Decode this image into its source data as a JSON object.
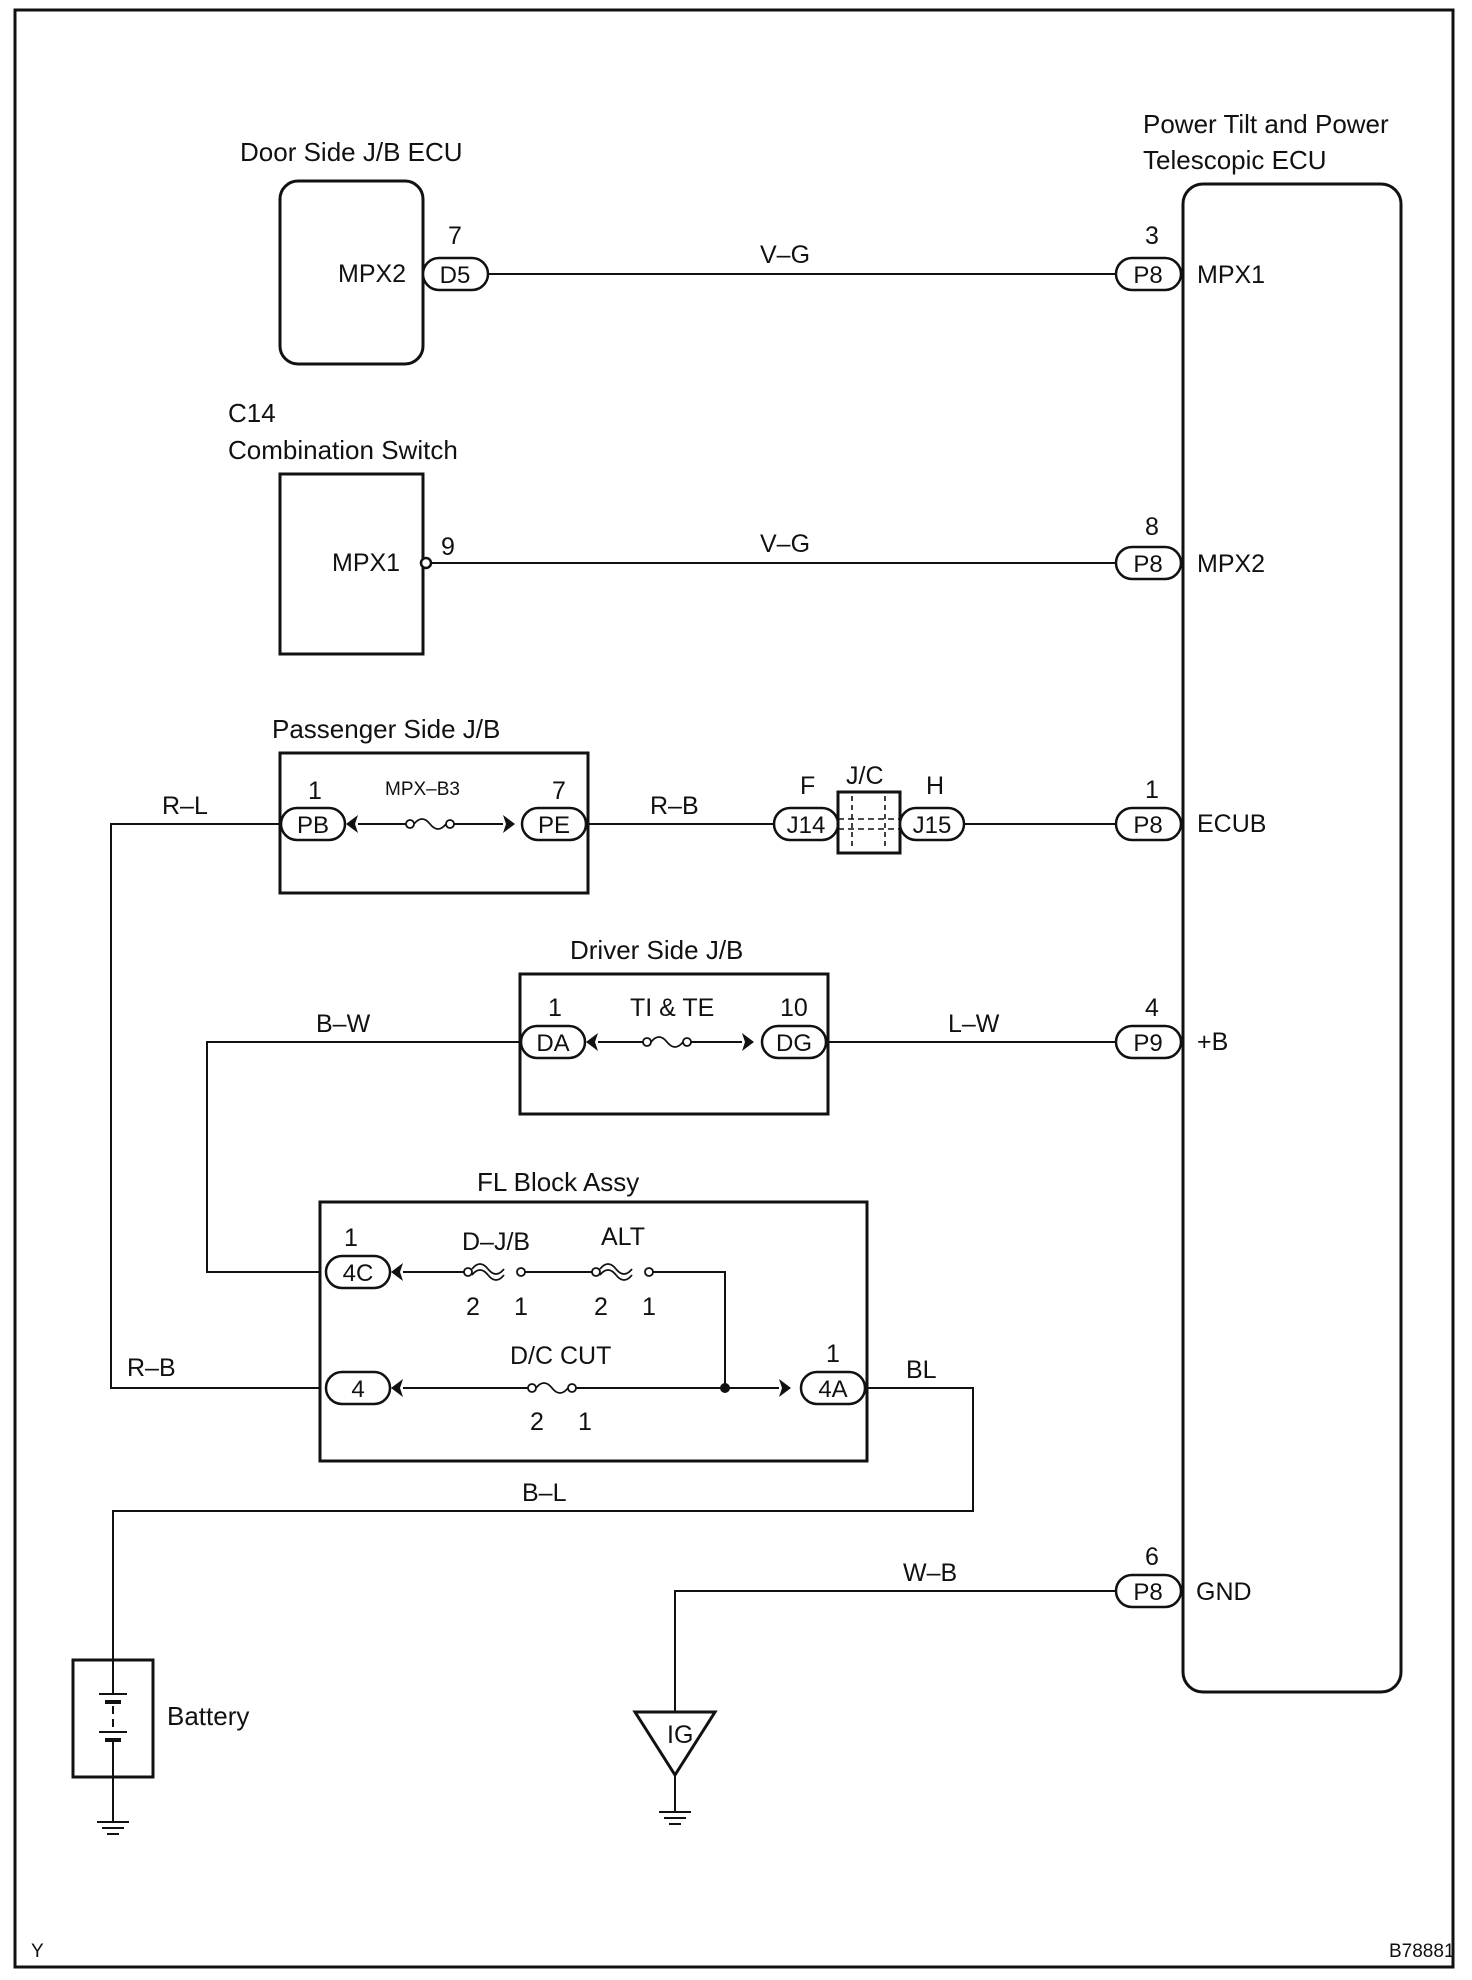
{
  "components": {
    "door_jb_ecu": {
      "name": "Door Side J/B ECU",
      "terminal": "MPX2",
      "pin": "7",
      "connector": "D5"
    },
    "combination_switch": {
      "code": "C14",
      "name": "Combination Switch",
      "terminal": "MPX1",
      "pin": "9"
    },
    "passenger_jb": {
      "name": "Passenger Side J/B",
      "fuse": "MPX–B3",
      "left_pin": "1",
      "left_connector": "PB",
      "right_pin": "7",
      "right_connector": "PE"
    },
    "jc": {
      "name": "J/C",
      "left_pin": "F",
      "left_connector": "J14",
      "right_pin": "H",
      "right_connector": "J15"
    },
    "driver_jb": {
      "name": "Driver Side J/B",
      "fuse": "TI & TE",
      "left_pin": "1",
      "left_connector": "DA",
      "right_pin": "10",
      "right_connector": "DG"
    },
    "fl_block": {
      "name": "FL Block Assy",
      "fuse_djb": "D–J/B",
      "fuse_djb_pins": [
        "2",
        "1"
      ],
      "fuse_alt": "ALT",
      "fuse_alt_pins": [
        "2",
        "1"
      ],
      "fuse_dc": "D/C CUT",
      "fuse_dc_pins": [
        "2",
        "1"
      ],
      "conn_4c_pin": "1",
      "conn_4c": "4C",
      "conn_4": "4",
      "conn_4a_pin": "1",
      "conn_4a": "4A"
    },
    "ecu": {
      "name_line1": "Power Tilt and Power",
      "name_line2": "Telescopic ECU",
      "terminals": [
        {
          "pin": "3",
          "connector": "P8",
          "name": "MPX1"
        },
        {
          "pin": "8",
          "connector": "P8",
          "name": "MPX2"
        },
        {
          "pin": "1",
          "connector": "P8",
          "name": "ECUB"
        },
        {
          "pin": "4",
          "connector": "P9",
          "name": "+B"
        },
        {
          "pin": "6",
          "connector": "P8",
          "name": "GND"
        }
      ]
    },
    "battery": {
      "name": "Battery"
    },
    "ground": {
      "label": "IG"
    }
  },
  "wires": {
    "vg_top": "V–G",
    "vg_mid": "V–G",
    "rl": "R–L",
    "rb_top": "R–B",
    "bw": "B–W",
    "lw": "L–W",
    "rb_bottom": "R–B",
    "bl": "BL",
    "b_l": "B–L",
    "wb": "W–B"
  },
  "footer": {
    "left": "Y",
    "right": "B78881"
  }
}
